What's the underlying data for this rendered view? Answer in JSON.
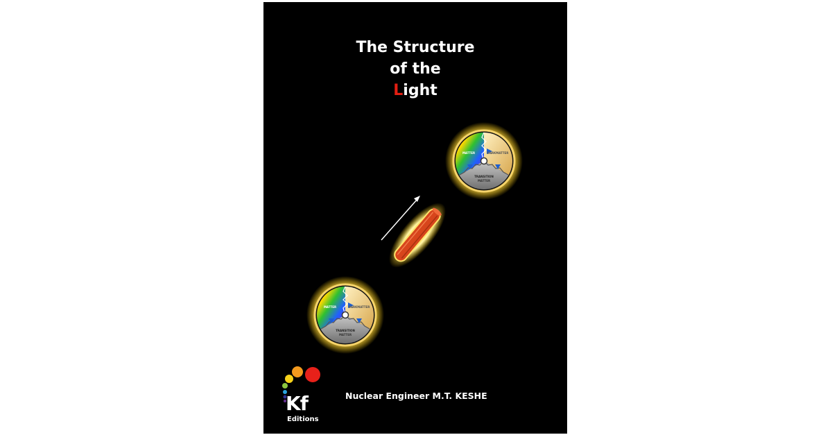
{
  "cover": {
    "title_line1": "The Structure",
    "title_line2": "of the",
    "title_line3_first": "L",
    "title_line3_rest": "ight",
    "author": "Nuclear Engineer  M.T. KESHE",
    "publisher_logo": "Kf",
    "publisher_label": "Editions"
  },
  "diagram": {
    "labels": [
      "MATTER",
      "DARKMATTER",
      "TRANSITION",
      "MATTER"
    ]
  },
  "colors": {
    "background": "#000000",
    "title": "#ffffff",
    "accent_red": "#e31e12",
    "rod": "#d7451c",
    "glow": "#ffd84a"
  }
}
